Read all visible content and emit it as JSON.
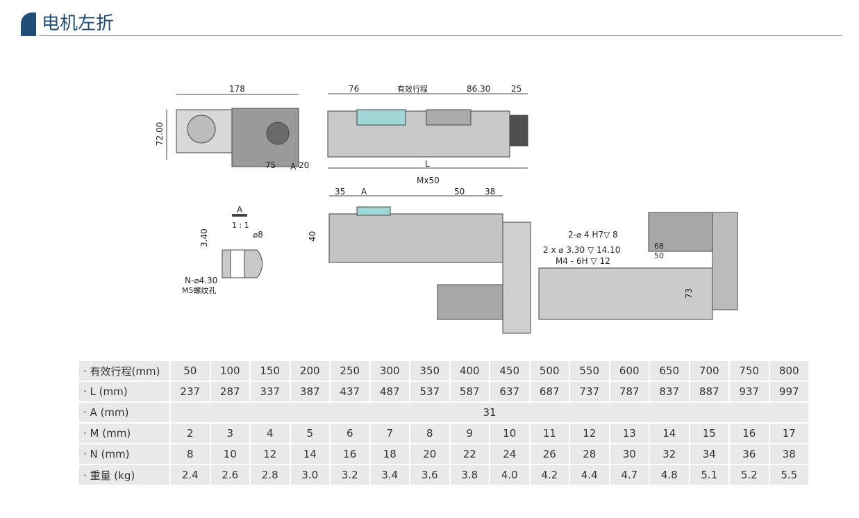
{
  "header": {
    "title": "电机左折"
  },
  "drawing": {
    "top_view_dims": [
      "178",
      "72.00",
      "75",
      "A",
      "20"
    ],
    "side_view_dims": [
      "76",
      "有效行程",
      "86.30",
      "25",
      "L"
    ],
    "plan_view_dims": [
      "35",
      "A",
      "Mx50",
      "50",
      "38",
      "40"
    ],
    "detail_label": "A",
    "detail_scale": "1 : 1",
    "detail_dims": [
      "3.40",
      "⌀8",
      "N-⌀4.30",
      "M5螺纹孔"
    ],
    "end_view_callouts": [
      "2-⌀ 4 H7▽ 8",
      "2 x ⌀ 3.30 ▽ 14.10",
      "M4 - 6H ▽ 12",
      "68",
      "50",
      "73"
    ]
  },
  "spec_table": {
    "rows": [
      {
        "label": "· 有效行程(mm)",
        "values": [
          "50",
          "100",
          "150",
          "200",
          "250",
          "300",
          "350",
          "400",
          "450",
          "500",
          "550",
          "600",
          "650",
          "700",
          "750",
          "800"
        ]
      },
      {
        "label": "· L (mm)",
        "values": [
          "237",
          "287",
          "337",
          "387",
          "437",
          "487",
          "537",
          "587",
          "637",
          "687",
          "737",
          "787",
          "837",
          "887",
          "937",
          "997"
        ]
      },
      {
        "label": "· A (mm)",
        "merged": "31"
      },
      {
        "label": "· M (mm)",
        "values": [
          "2",
          "3",
          "4",
          "5",
          "6",
          "7",
          "8",
          "9",
          "10",
          "11",
          "12",
          "13",
          "14",
          "15",
          "16",
          "17"
        ]
      },
      {
        "label": "· N (mm)",
        "values": [
          "8",
          "10",
          "12",
          "14",
          "16",
          "18",
          "20",
          "22",
          "24",
          "26",
          "28",
          "30",
          "32",
          "34",
          "36",
          "38"
        ]
      },
      {
        "label": "· 重量 (kg)",
        "values": [
          "2.4",
          "2.6",
          "2.8",
          "3.0",
          "3.2",
          "3.4",
          "3.6",
          "3.8",
          "4.0",
          "4.2",
          "4.4",
          "4.7",
          "4.8",
          "5.1",
          "5.2",
          "5.5"
        ]
      }
    ]
  }
}
